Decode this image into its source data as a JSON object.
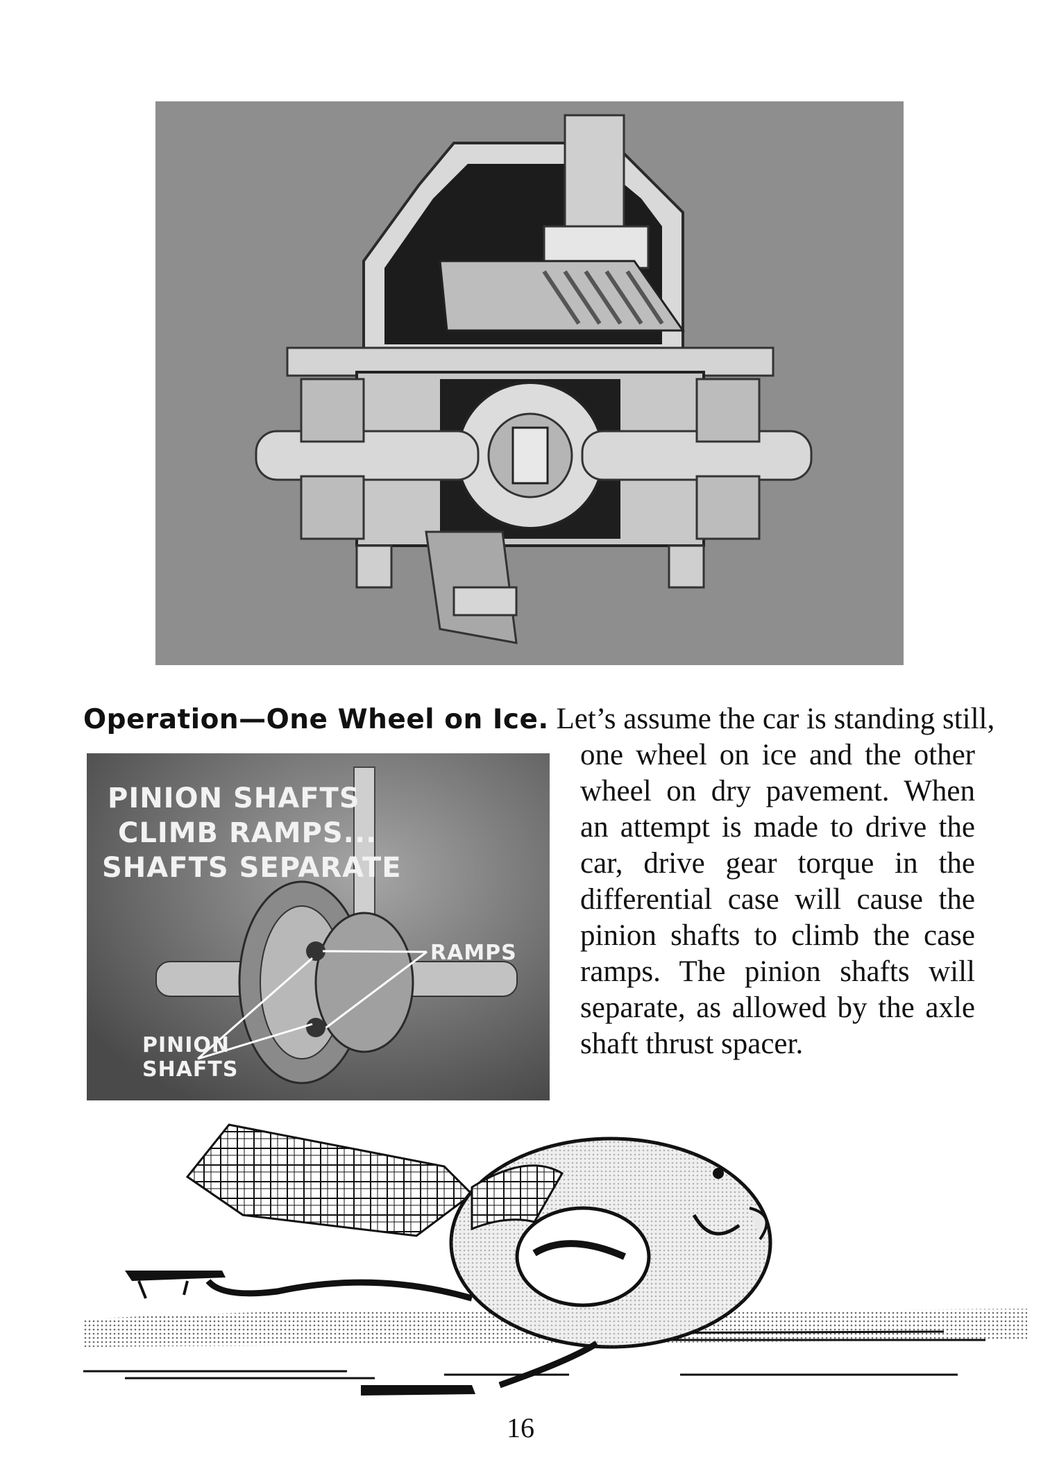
{
  "heading": {
    "title": "Operation—One Wheel on Ice.",
    "lead": " Let’s assume the car is standing still,"
  },
  "body": {
    "text": "one wheel on ice and the other wheel on dry pavement. When an attempt is made to drive the car, drive gear torque in the differential case will cause the pinion shafts to climb the case ramps. The pinion shafts will separate, as allowed by the axle shaft thrust spacer."
  },
  "inset": {
    "caption_lines": [
      "PINION SHAFTS",
      "CLIMB RAMPS...",
      "SHAFTS SEPARATE"
    ],
    "ramps_label": "RAMPS",
    "pinion_label_lines": [
      "PINION",
      "SHAFTS"
    ]
  },
  "page_number": "16"
}
